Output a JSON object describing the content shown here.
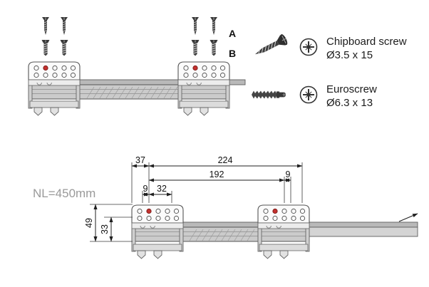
{
  "legend": {
    "items": [
      {
        "name": "Chipboard screw",
        "size": "Ø3.5 x 15"
      },
      {
        "name": "Euroscrew",
        "size": "Ø6.3 x 13"
      }
    ]
  },
  "screw_labels": {
    "row_a": "A",
    "row_b": "B"
  },
  "note": {
    "nominal_length": "NL=450mm"
  },
  "dimensions": {
    "front_setback": "37",
    "overall_span": "224",
    "inner_span": "192",
    "rear_hole_offset": "9",
    "front_hole_offset": "9",
    "hole_pitch": "32",
    "height_total": "49",
    "height_hole": "33"
  }
}
